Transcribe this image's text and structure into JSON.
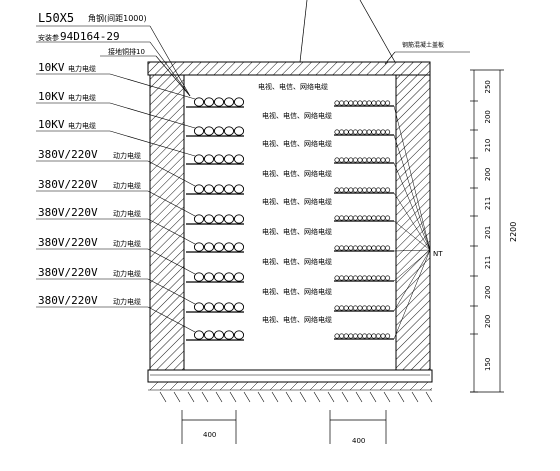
{
  "header_labels": {
    "angle_steel": "L50X5",
    "angle_steel_note": "角钢(间距1000)",
    "install_ref": "安装参",
    "install_code": "94D164-29",
    "ground_wire": "接地铜排10",
    "lid": "钢筋混凝土盖板",
    "nt_tag": "NT"
  },
  "left_labels": [
    {
      "voltage": "10KV",
      "desc": "电力电缆"
    },
    {
      "voltage": "10KV",
      "desc": "电力电缆"
    },
    {
      "voltage": "10KV",
      "desc": "电力电缆"
    },
    {
      "voltage": "380V/220V",
      "desc": "动力电缆"
    },
    {
      "voltage": "380V/220V",
      "desc": "动力电缆"
    },
    {
      "voltage": "380V/220V",
      "desc": "动力电缆"
    },
    {
      "voltage": "380V/220V",
      "desc": "动力电缆"
    },
    {
      "voltage": "380V/220V",
      "desc": "动力电缆"
    },
    {
      "voltage": "380V/220V",
      "desc": "动力电缆"
    }
  ],
  "right_labels": [
    "电视、电信、网络电缆",
    "电视、电信、网络电缆",
    "电视、电信、网络电缆",
    "电视、电信、网络电缆",
    "电视、电信、网络电缆",
    "电视、电信、网络电缆",
    "电视、电信、网络电缆",
    "电视、电信、网络电缆",
    "电视、电信、网络电缆"
  ],
  "dimensions": {
    "spacings": [
      "250",
      "200",
      "210",
      "200",
      "211",
      "201",
      "211",
      "200",
      "200",
      "150"
    ],
    "total_height": "2200",
    "left_width": "400",
    "right_width": "400"
  }
}
